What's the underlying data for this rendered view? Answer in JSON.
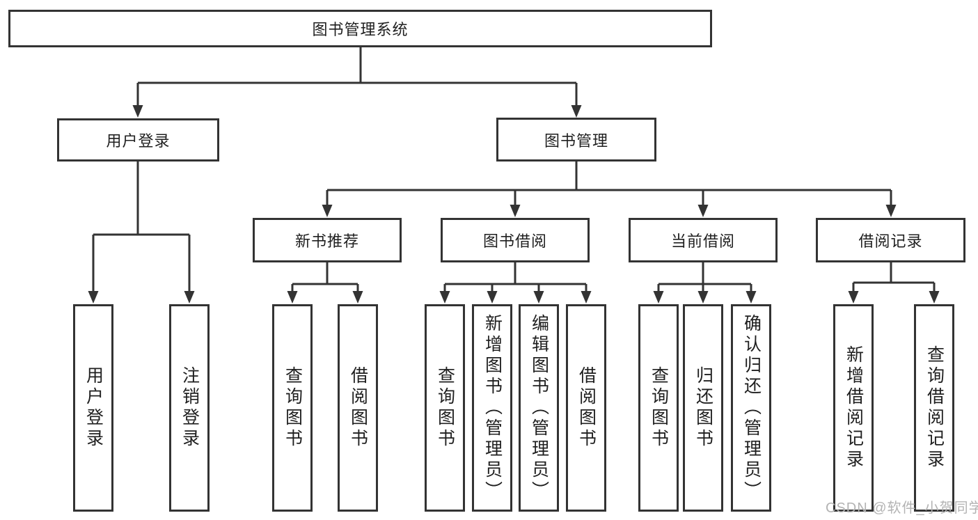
{
  "tree": {
    "root": {
      "label": "图书管理系统"
    },
    "user_login": {
      "label": "用户登录",
      "children": {
        "login": {
          "label": "用户登录"
        },
        "logout": {
          "label": "注销登录"
        }
      }
    },
    "book_management": {
      "label": "图书管理",
      "children": {
        "new_book_recommend": {
          "label": "新书推荐",
          "children": {
            "query_books": {
              "label": "查询图书"
            },
            "borrow_books": {
              "label": "借阅图书"
            }
          }
        },
        "book_borrowing": {
          "label": "图书借阅",
          "children": {
            "query_books": {
              "label": "查询图书"
            },
            "add_books": {
              "label": "新增图书（管理员）"
            },
            "edit_books": {
              "label": "编辑图书（管理员）"
            },
            "borrow_books": {
              "label": "借阅图书"
            }
          }
        },
        "current_borrowing": {
          "label": "当前借阅",
          "children": {
            "query_books": {
              "label": "查询图书"
            },
            "return_books": {
              "label": "归还图书"
            },
            "confirm_return": {
              "label": "确认归还（管理员）"
            }
          }
        },
        "borrowing_records": {
          "label": "借阅记录",
          "children": {
            "add_record": {
              "label": "新增借阅记录"
            },
            "query_record": {
              "label": "查询借阅记录"
            }
          }
        }
      }
    }
  },
  "watermark": {
    "text": "CSDN @软件_小贺同学"
  },
  "colors": {
    "line": "#333333",
    "text": "#1f1f1f",
    "watermark": "#b3b3b3",
    "background": "#ffffff"
  }
}
